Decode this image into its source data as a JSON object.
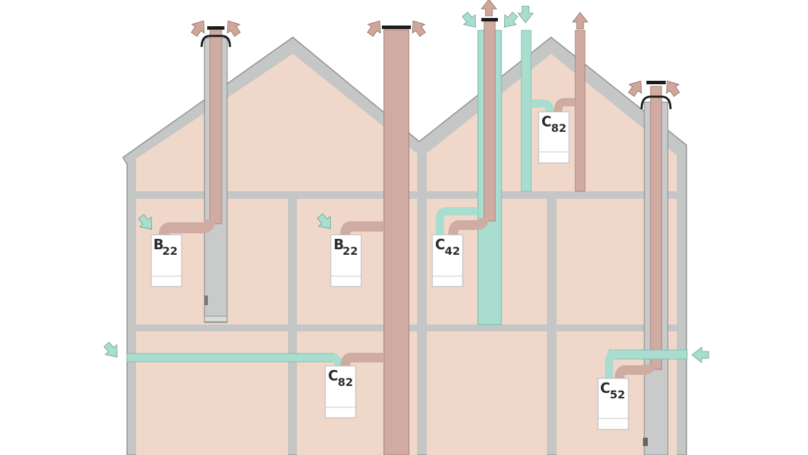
{
  "colors": {
    "wall": "#c5c6c6",
    "wall_stroke": "#8e8f8f",
    "room": "#efd8ca",
    "flue": "#cfaba2",
    "flue_stroke": "#a98077",
    "air": "#a9ddd0",
    "air_stroke": "#7fbfae",
    "boiler": "#ffffff",
    "boiler_stroke": "#b5b5b5",
    "cap": "#1a1a1a"
  },
  "boilers": [
    {
      "id": "b22-left",
      "prefix": "B",
      "subscript": "22"
    },
    {
      "id": "b22-mid",
      "prefix": "B",
      "subscript": "22"
    },
    {
      "id": "c42",
      "prefix": "C",
      "subscript": "42"
    },
    {
      "id": "c82-attic",
      "prefix": "C",
      "subscript": "82"
    },
    {
      "id": "c82-ground",
      "prefix": "C",
      "subscript": "82"
    },
    {
      "id": "c52",
      "prefix": "C",
      "subscript": "52"
    }
  ],
  "legend": {
    "flue_gas_arrow": "flue-gas-arrow-icon",
    "fresh_air_arrow": "fresh-air-arrow-icon"
  }
}
